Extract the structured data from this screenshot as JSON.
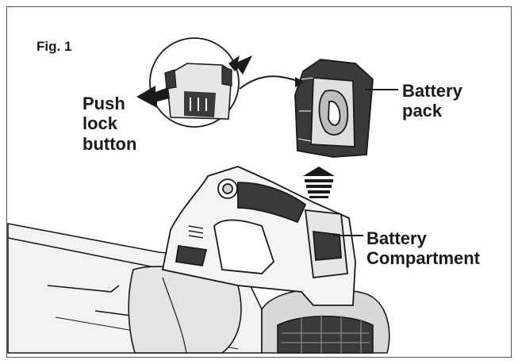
{
  "figure": {
    "title": "Fig. 1",
    "labels": {
      "push_lock_button": "Push\nlock\nbutton",
      "battery_pack": "Battery\npack",
      "battery_compartment": "Battery\nCompartment"
    }
  },
  "colors": {
    "line": "#1a1a1a",
    "light_fill": "#e6e6e6",
    "mid_fill": "#bdbdbd",
    "dark_fill": "#3a3a3a"
  }
}
